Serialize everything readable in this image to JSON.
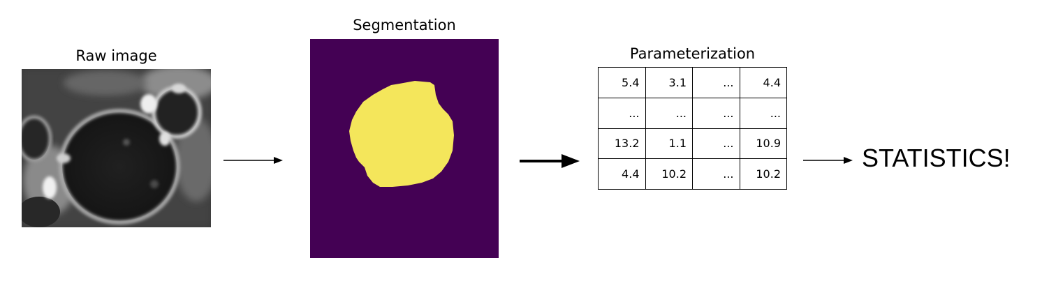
{
  "raw": {
    "title": "Raw image"
  },
  "segmentation": {
    "title": "Segmentation",
    "background_color": "#440154",
    "mask_color": "#f4e65b"
  },
  "parameterization": {
    "title": "Parameterization",
    "rows": [
      [
        "5.4",
        "3.1",
        "...",
        "4.4"
      ],
      [
        "...",
        "...",
        "...",
        "..."
      ],
      [
        "13.2",
        "1.1",
        "...",
        "10.9"
      ],
      [
        "4.4",
        "10.2",
        "...",
        "10.2"
      ]
    ]
  },
  "output": {
    "label": "STATISTICS!"
  }
}
